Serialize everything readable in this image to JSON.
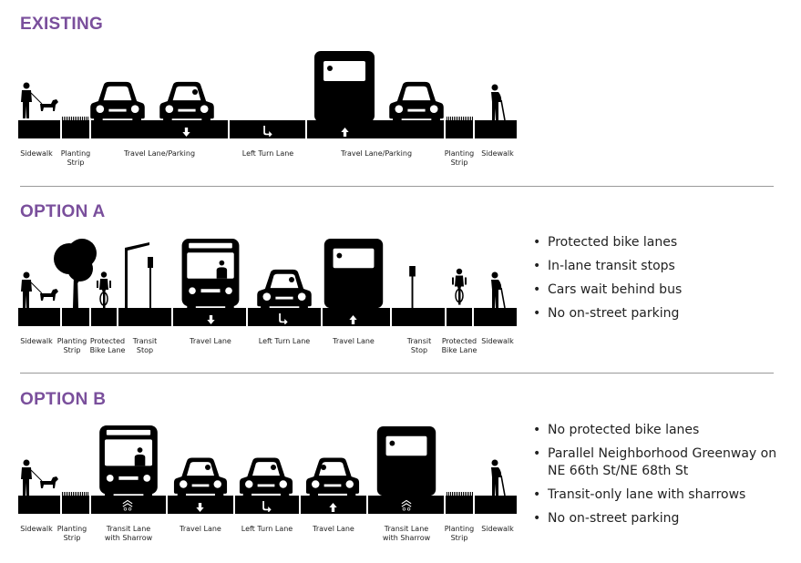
{
  "colors": {
    "accent": "#7a4f9c",
    "road": "#000000",
    "divider": "#9a9a9a",
    "text": "#222222"
  },
  "sections": [
    {
      "title": "EXISTING",
      "labels": [
        "Sidewalk",
        "Planting",
        "Strip",
        "Travel Lane/Parking",
        "Left Turn Lane",
        "Travel Lane/Parking",
        "Planting",
        "Strip",
        "Sidewalk"
      ],
      "icons": [
        "pedestrian-with-dog-icon",
        "car-icon",
        "car-with-driver-icon",
        "bus-rear-icon",
        "car-icon",
        "pedestrian-with-cane-icon"
      ],
      "bullets": []
    },
    {
      "title": "OPTION A",
      "labels": [
        "Sidewalk",
        "Planting",
        "Strip",
        "Protected",
        "Bike Lane",
        "Transit",
        "Stop",
        "Travel Lane",
        "Left Turn Lane",
        "Travel Lane",
        "Transit",
        "Stop",
        "Protected",
        "Bike Lane",
        "Sidewalk"
      ],
      "icons": [
        "pedestrian-with-dog-icon",
        "tree-icon",
        "cyclist-icon",
        "transit-shelter-icon",
        "bus-front-icon",
        "car-icon",
        "bus-rear-icon",
        "stop-sign-icon",
        "cyclist-icon",
        "pedestrian-with-cane-icon"
      ],
      "bullets": [
        "Protected bike lanes",
        "In-lane transit stops",
        "Cars wait behind bus",
        "No on-street parking"
      ]
    },
    {
      "title": "OPTION B",
      "labels": [
        "Sidewalk",
        "Planting",
        "Strip",
        "Transit Lane",
        "with Sharrow",
        "Travel Lane",
        "Left Turn Lane",
        "Travel Lane",
        "Transit Lane",
        "with Sharrow",
        "Planting",
        "Strip",
        "Sidewalk"
      ],
      "icons": [
        "pedestrian-with-dog-icon",
        "bus-front-icon",
        "car-icon",
        "car-icon",
        "car-icon",
        "bus-rear-icon",
        "pedestrian-with-cane-icon"
      ],
      "bullets": [
        "No protected bike lanes",
        "Parallel Neighborhood Greenway on NE 66th St/NE 68th St",
        "Transit-only lane with sharrows",
        "No on-street parking"
      ]
    }
  ]
}
